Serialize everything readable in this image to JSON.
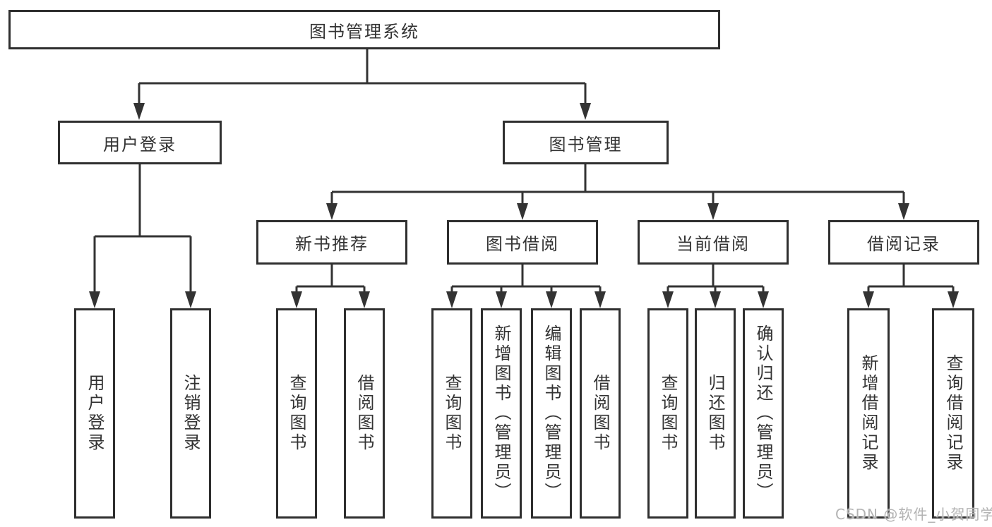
{
  "diagram": {
    "root": {
      "label": "图书管理系统"
    },
    "level2": [
      {
        "label": "用户登录"
      },
      {
        "label": "图书管理"
      }
    ],
    "level3": [
      {
        "label": "新书推荐"
      },
      {
        "label": "图书借阅"
      },
      {
        "label": "当前借阅"
      },
      {
        "label": "借阅记录"
      }
    ],
    "leaves": {
      "user_login": [
        "用户登录",
        "注销登录"
      ],
      "new_books": [
        "查询图书",
        "借阅图书"
      ],
      "book_borrow": [
        "查询图书",
        "新增图书（管理员）",
        "编辑图书（管理员）",
        "借阅图书"
      ],
      "current_borrow": [
        "查询图书",
        "归还图书",
        "确认归还（管理员）"
      ],
      "borrow_records": [
        "新增借阅记录",
        "查询借阅记录"
      ]
    }
  },
  "watermark": "CSDN @软件_小贺同学",
  "colors": {
    "line": "#333333",
    "border": "#2f2f2f",
    "text": "#333333",
    "watermark_text": "#b3b3b3",
    "background": "#ffffff"
  }
}
